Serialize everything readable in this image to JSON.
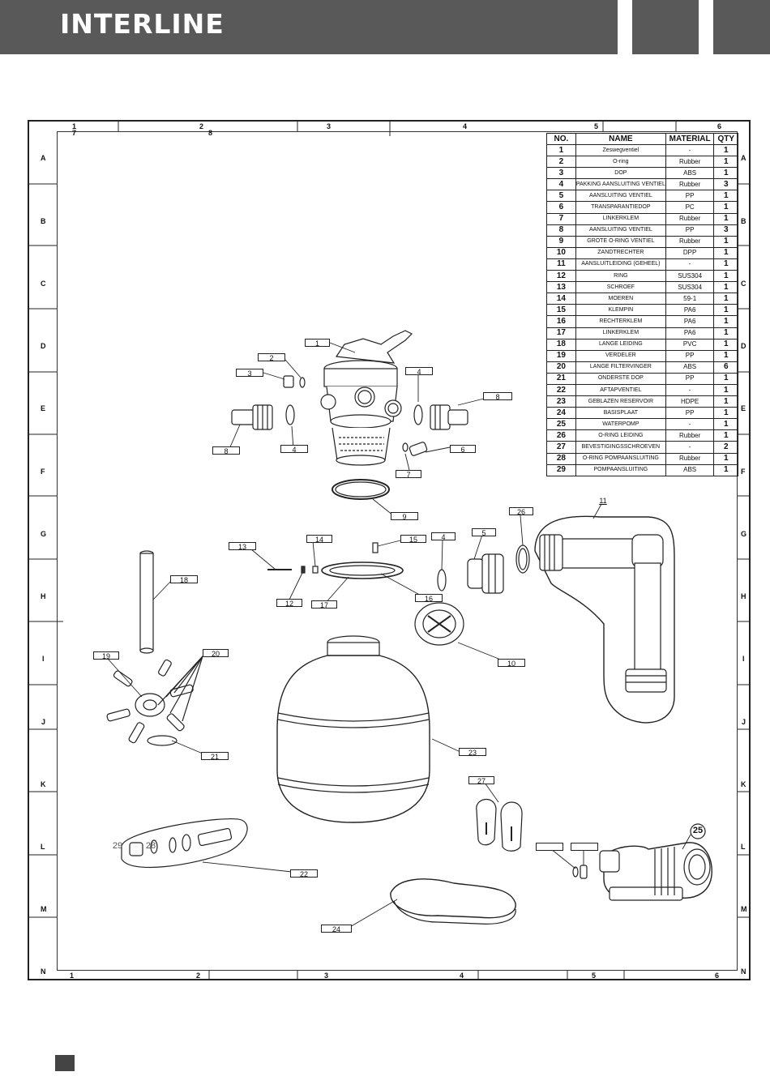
{
  "header": {
    "brand": "INTERLINE"
  },
  "grid": {
    "cols_top": [
      "1",
      "7",
      "2",
      "8",
      "3",
      "4",
      "5",
      "6"
    ],
    "cols_bottom": [
      "1",
      "2",
      "3",
      "4",
      "5",
      "6"
    ],
    "rows": [
      "A",
      "B",
      "C",
      "D",
      "E",
      "F",
      "G",
      "H",
      "I",
      "J",
      "K",
      "L",
      "M",
      "N"
    ]
  },
  "table": {
    "headers": [
      "NO.",
      "NAME",
      "MATERIAL",
      "QTY"
    ],
    "rows": [
      {
        "no": "1",
        "name": "Zeswegventiel",
        "material": "-",
        "qty": "1"
      },
      {
        "no": "2",
        "name": "O-ring",
        "material": "Rubber",
        "qty": "1"
      },
      {
        "no": "3",
        "name": "DOP",
        "material": "ABS",
        "qty": "1"
      },
      {
        "no": "4",
        "name": "PAKKING AANSLUITING VENTIEL",
        "material": "Rubber",
        "qty": "3"
      },
      {
        "no": "5",
        "name": "AANSLUITING VENTIEL",
        "material": "PP",
        "qty": "1"
      },
      {
        "no": "6",
        "name": "TRANSPARANTIEDOP",
        "material": "PC",
        "qty": "1"
      },
      {
        "no": "7",
        "name": "LINKERKLEM",
        "material": "Rubber",
        "qty": "1"
      },
      {
        "no": "8",
        "name": "AANSLUITING VENTIEL",
        "material": "PP",
        "qty": "3"
      },
      {
        "no": "9",
        "name": "GROTE O-RING VENTIEL",
        "material": "Rubber",
        "qty": "1"
      },
      {
        "no": "10",
        "name": "ZANDTRECHTER",
        "material": "DPP",
        "qty": "1"
      },
      {
        "no": "11",
        "name": "AANSLUITLEIDING (GEHEEL)",
        "material": "-",
        "qty": "1"
      },
      {
        "no": "12",
        "name": "RING",
        "material": "SUS304",
        "qty": "1"
      },
      {
        "no": "13",
        "name": "SCHROEF",
        "material": "SUS304",
        "qty": "1"
      },
      {
        "no": "14",
        "name": "MOEREN",
        "material": "59-1",
        "qty": "1"
      },
      {
        "no": "15",
        "name": "KLEMPIN",
        "material": "PA6",
        "qty": "1"
      },
      {
        "no": "16",
        "name": "RECHTERKLEM",
        "material": "PA6",
        "qty": "1"
      },
      {
        "no": "17",
        "name": "LINKERKLEM",
        "material": "PA6",
        "qty": "1"
      },
      {
        "no": "18",
        "name": "LANGE LEIDING",
        "material": "PVC",
        "qty": "1"
      },
      {
        "no": "19",
        "name": "VERDELER",
        "material": "PP",
        "qty": "1"
      },
      {
        "no": "20",
        "name": "LANGE FILTERVINGER",
        "material": "ABS",
        "qty": "6"
      },
      {
        "no": "21",
        "name": "ONDERSTE DOP",
        "material": "PP",
        "qty": "1"
      },
      {
        "no": "22",
        "name": "AFTAPVENTIEL",
        "material": "-",
        "qty": "1"
      },
      {
        "no": "23",
        "name": "GEBLAZEN RESERVOIR",
        "material": "HDPE",
        "qty": "1"
      },
      {
        "no": "24",
        "name": "BASISPLAAT",
        "material": "PP",
        "qty": "1"
      },
      {
        "no": "25",
        "name": "WATERPOMP",
        "material": "-",
        "qty": "1"
      },
      {
        "no": "26",
        "name": "O-RING LEIDING",
        "material": "Rubber",
        "qty": "1"
      },
      {
        "no": "27",
        "name": "BEVESTIGINGSSCHROEVEN",
        "material": "-",
        "qty": "2"
      },
      {
        "no": "28",
        "name": "O-RING POMPAANSLUITING",
        "material": "Rubber",
        "qty": "1"
      },
      {
        "no": "29",
        "name": "POMPAANSLUITING",
        "material": "ABS",
        "qty": "1"
      }
    ]
  },
  "callouts": {
    "c1": "1",
    "c2": "2",
    "c3": "3",
    "c4a": "4",
    "c4b": "4",
    "c4c": "4",
    "c5": "5",
    "c6": "6",
    "c7": "7",
    "c8a": "8",
    "c8b": "8",
    "c9": "9",
    "c10": "10",
    "c11": "11",
    "c12": "12",
    "c13": "13",
    "c14": "14",
    "c15": "15",
    "c16": "16",
    "c17": "17",
    "c18": "18",
    "c19": "19",
    "c20": "20",
    "c21": "21",
    "c22": "22",
    "c23": "23",
    "c24": "24",
    "c25": "25",
    "c26": "26",
    "c27": "27",
    "c28": "28",
    "c29": "29"
  }
}
